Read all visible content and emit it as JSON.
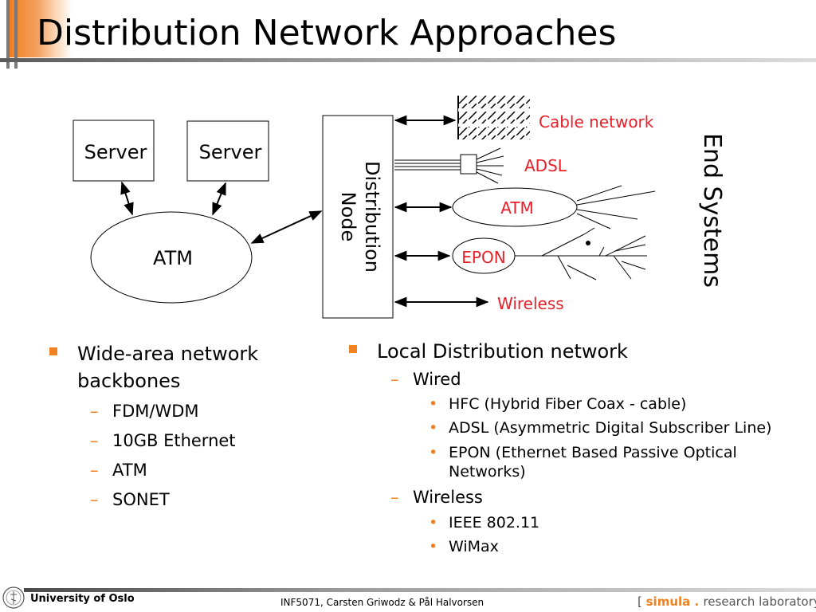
{
  "title": "Distribution Network Approaches",
  "diagram": {
    "server_left": "Server",
    "server_right": "Server",
    "atm_backbone": "ATM",
    "distribution_node_line1": "Distribution",
    "distribution_node_line2": "Node",
    "cable_network": "Cable network",
    "adsl": "ADSL",
    "atm_access": "ATM",
    "epon": "EPON",
    "wireless": "Wireless",
    "end_systems": "End Systems"
  },
  "left_column": {
    "heading_line1": "Wide-area network",
    "heading_line2": "backbones",
    "items": [
      "FDM/WDM",
      "10GB Ethernet",
      "ATM",
      "SONET"
    ]
  },
  "right_column": {
    "heading": "Local Distribution network",
    "wired": "Wired",
    "wired_items": [
      "HFC (Hybrid Fiber Coax - cable)",
      "ADSL (Asymmetric Digital Subscriber Line)"
    ],
    "epon_line1": "EPON (Ethernet Based Passive Optical",
    "epon_line2": "Networks)",
    "wireless": "Wireless",
    "wireless_items": [
      "IEEE 802.11",
      "WiMax"
    ]
  },
  "footer": {
    "university": "University of Oslo",
    "course": "INF5071,  Carsten Griwodz & Pål Halvorsen",
    "simula_open": "[ ",
    "simula_name": "simula",
    "simula_dot": " . ",
    "simula_rest": "research laboratory ]"
  },
  "colors": {
    "accent_orange": "#f08020",
    "label_red": "#e8202a"
  }
}
